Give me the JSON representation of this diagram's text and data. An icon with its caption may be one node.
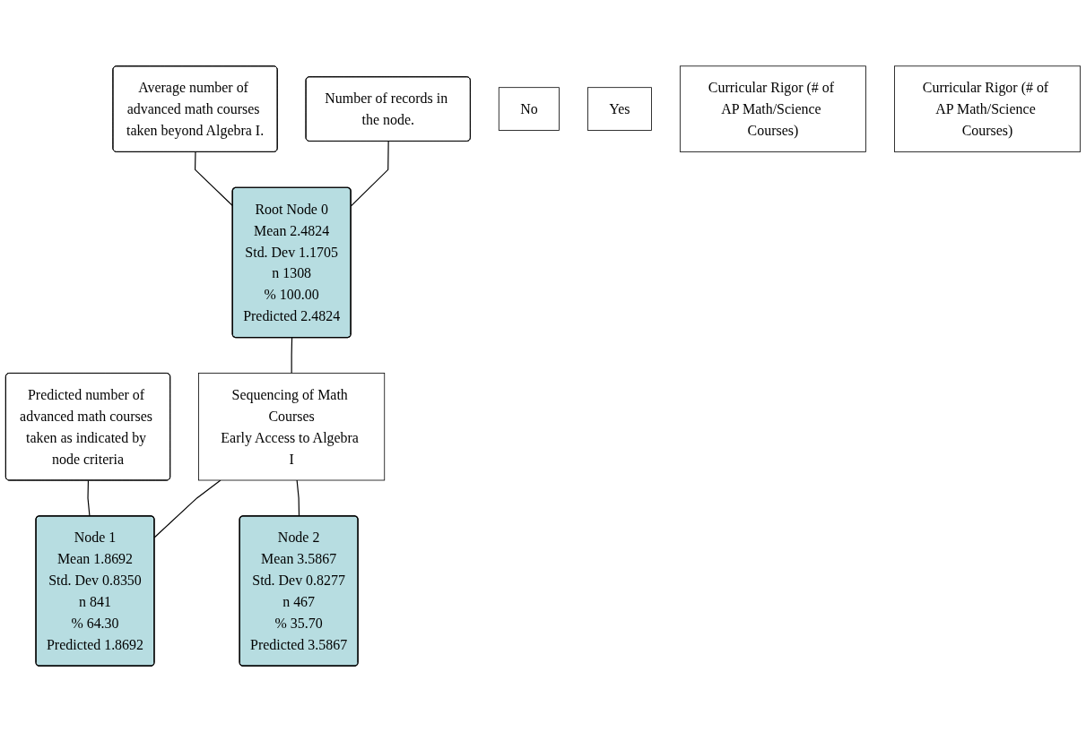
{
  "diagram": {
    "nodes": [
      {
        "text": [
          "Number of records in the node."
        ]
      },
      {
        "text": [
          "Root Node 0",
          "Mean 2.4824",
          "Std. Dev 1.1705",
          "n 1308",
          "% 100.00",
          "Predicted 2.4824"
        ]
      },
      {
        "text": [
          "Average number of advanced math courses taken beyond Algebra I."
        ]
      },
      {
        "text": [
          "No"
        ]
      },
      {
        "text": [
          "Yes"
        ]
      },
      {
        "text": [
          "Sequencing of Math Courses",
          "Early Access to Algebra I"
        ]
      },
      {
        "text": [
          "Node 1",
          "Mean 1.8692",
          "Std. Dev 0.8350",
          "n 841",
          "% 64.30",
          "Predicted 1.8692"
        ]
      },
      {
        "text": [
          "Predicted number of advanced math courses taken as indicated by node criteria"
        ]
      },
      {
        "text": [
          "Node 2",
          "Mean 3.5867",
          "Std. Dev 0.8277",
          "n 467",
          "% 35.70",
          "Predicted 3.5867"
        ]
      },
      {
        "text": [
          "Curricular Rigor (# of AP Math/Science Courses)"
        ]
      },
      {
        "text": [
          "Curricular Rigor (# of AP Math/Science Courses)"
        ]
      }
    ],
    "edges": [
      {
        "from": 0,
        "to": 1,
        "arrow": "none"
      },
      {
        "from": 2,
        "to": 1,
        "arrow": "none"
      },
      {
        "from": 1,
        "to": 5,
        "arrow": "none"
      },
      {
        "from": 5,
        "to": 6,
        "arrow": "none"
      },
      {
        "from": 5,
        "to": 8,
        "arrow": "none"
      },
      {
        "from": 7,
        "to": 6,
        "arrow": "none"
      }
    ]
  }
}
